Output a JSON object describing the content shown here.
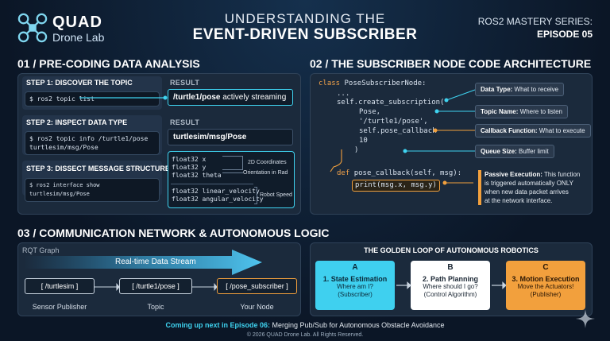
{
  "brand": {
    "name": "QUAD",
    "sub": "Drone Lab"
  },
  "title": {
    "line1": "UNDERSTANDING THE",
    "line2": "EVENT-DRIVEN SUBSCRIBER"
  },
  "series": {
    "line1": "ROS2 MASTERY SERIES:",
    "line2": "EPISODE 05"
  },
  "section1": {
    "heading": "01 / PRE-CODING DATA ANALYSIS",
    "step1": {
      "heading": "STEP 1: DISCOVER THE TOPIC",
      "cmd": "$ ros2 topic list",
      "result_heading": "RESULT",
      "result_topic": "/turtle1/pose",
      "result_rest": " actively streaming"
    },
    "step2": {
      "heading": "STEP 2: INSPECT DATA TYPE",
      "cmd1": "$ ros2 topic info /turtle1/pose",
      "cmd2": "turtlesim/msg/Pose",
      "result_heading": "RESULT",
      "result": "turtlesim/msg/Pose"
    },
    "step3": {
      "heading": "STEP 3: DISSECT MESSAGE STRUCTURE",
      "cmd": "$ ros2 interface show turtlesim/msg/Pose",
      "fields1": [
        "float32 x",
        "float32 y",
        "float32 theta"
      ],
      "fields2": [
        "float32 linear_velocity",
        "float32 angular_velocity"
      ],
      "ann_coords": "2D Coordinates",
      "ann_orient": "Orientation in Rad",
      "ann_speed": "Robot Speed"
    }
  },
  "section2": {
    "heading": "02 / THE SUBSCRIBER NODE CODE ARCHITECTURE",
    "code": {
      "l1_kw": "class ",
      "l1_name": "PoseSubscriberNode:",
      "l2": "...",
      "l3": "self.create_subscription(",
      "l4": "Pose,",
      "l5": "'/turtle1/pose',",
      "l6": "self.pose_callback",
      "l7": "10",
      "l8": ")",
      "l9_kw": "def ",
      "l9_rest": "pose_callback(self, msg):",
      "l10": "print(msg.x, msg.y)"
    },
    "labels": [
      {
        "bold": "Data Type:",
        "rest": " What to receive"
      },
      {
        "bold": "Topic Name:",
        "rest": " Where to listen"
      },
      {
        "bold": "Callback Function:",
        "rest": " What to execute"
      },
      {
        "bold": "Queue Size:",
        "rest": " Buffer limit"
      }
    ],
    "passive": {
      "bold": "Passive Execution:",
      "line1": " This function",
      "line2": "is triggered automatically ONLY",
      "line3": "when new data packet arrives",
      "line4": "at the network interface."
    }
  },
  "section3": {
    "heading": "03 / COMMUNICATION NETWORK & AUTONOMOUS LOGIC",
    "rqt": "RQT Graph",
    "stream": "Real-time Data Stream",
    "nodes": [
      {
        "label": "[ /turtlesim ]",
        "caption": "Sensor Publisher"
      },
      {
        "label": "[ /turtle1/pose ]",
        "caption": "Topic"
      },
      {
        "label": "[ /pose_subscriber ]",
        "caption": "Your Node"
      }
    ],
    "loop_title": "THE GOLDEN LOOP OF AUTONOMOUS ROBOTICS",
    "loop": [
      {
        "letter": "A",
        "title": "1. State Estimation",
        "l1": "Where am I?",
        "l2": "(Subscriber)"
      },
      {
        "letter": "B",
        "title": "2. Path Planning",
        "l1": "Where should I go?",
        "l2": "(Control Algorithm)"
      },
      {
        "letter": "C",
        "title": "3. Motion Execution",
        "l1": "Move the Actuators!",
        "l2": "(Publisher)"
      }
    ]
  },
  "footer": {
    "next_bold": "Coming up next in Episode 06:",
    "next_rest": " Merging Pub/Sub for Autonomous Obstacle Avoidance",
    "copyright": "© 2026 QUAD Drone Lab. All Rights Reserved."
  },
  "colors": {
    "cyan": "#3fd3f0",
    "orange": "#f2a03d",
    "panel": "#1b2a3c"
  },
  "icons": {
    "logo": "quadcopter-icon",
    "sparkle": "sparkle-icon"
  }
}
